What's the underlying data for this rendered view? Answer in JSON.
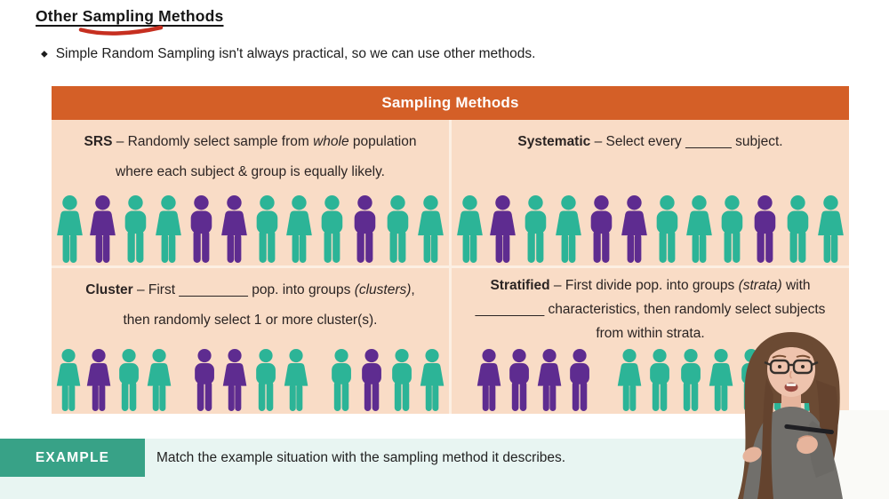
{
  "page": {
    "title": "Other Sampling Methods",
    "bullet_icon": "◆",
    "bullet": "Simple Random Sampling isn't always practical, so we can use other methods.",
    "swoosh_color": "#c62f20"
  },
  "table": {
    "header": "Sampling Methods",
    "colors": {
      "header_bg": "#d45f27",
      "body_bg": "#f9dcc6",
      "divider": "#fcefe3",
      "teal": "#2cb497",
      "purple": "#5e2c90"
    },
    "icon_legend": {
      "tm": "teal-male-person-icon",
      "tf": "teal-female-person-icon",
      "pm": "purple-male-person-icon",
      "pf": "purple-female-person-icon"
    },
    "cells": [
      {
        "id": "srs",
        "method": "SRS",
        "lines": [
          [
            {
              "t": "SRS",
              "b": true
            },
            {
              "t": " – Randomly select sample from "
            },
            {
              "t": "whole",
              "i": true
            },
            {
              "t": " population"
            }
          ],
          [
            {
              "t": "where each subject & group is equally likely."
            }
          ]
        ],
        "people": [
          [
            "tf",
            "pf",
            "tm",
            "tf",
            "pm",
            "pf",
            "tm",
            "tf",
            "tm",
            "pm",
            "tm",
            "tf"
          ]
        ]
      },
      {
        "id": "systematic",
        "method": "Systematic",
        "lines": [
          [
            {
              "t": "Systematic",
              "b": true
            },
            {
              "t": " – Select every ______ subject."
            }
          ]
        ],
        "people": [
          [
            "tf",
            "pf",
            "tm",
            "tf",
            "pm",
            "pf",
            "tm",
            "tf",
            "tm",
            "pm",
            "tm",
            "tf"
          ]
        ]
      },
      {
        "id": "cluster",
        "method": "Cluster",
        "lines": [
          [
            {
              "t": "Cluster",
              "b": true
            },
            {
              "t": " – First _________ pop. into groups "
            },
            {
              "t": "(clusters)",
              "i": true
            },
            {
              "t": ","
            }
          ],
          [
            {
              "t": "then randomly select 1 or more cluster(s)."
            }
          ]
        ],
        "people": [
          [
            "tf",
            "pf",
            "tm",
            "tf"
          ],
          [
            "pm",
            "pf",
            "tm",
            "tf"
          ],
          [
            "tm",
            "pm",
            "tm",
            "tf"
          ]
        ]
      },
      {
        "id": "stratified",
        "method": "Stratified",
        "lines": [
          [
            {
              "t": "Stratified",
              "b": true
            },
            {
              "t": " – First divide pop. into groups "
            },
            {
              "t": "(strata)",
              "i": true
            },
            {
              "t": " with"
            }
          ],
          [
            {
              "t": "_________ characteristics, then randomly select subjects"
            }
          ],
          [
            {
              "t": "from within strata."
            }
          ]
        ],
        "people": [
          [
            "pf",
            "pm",
            "pf",
            "pm"
          ],
          [
            "tf",
            "tm",
            "tm",
            "tf",
            "tm",
            "tm",
            "tm"
          ]
        ]
      }
    ]
  },
  "example": {
    "badge": "EXAMPLE",
    "text": "Match the example situation with the sampling method it describes.",
    "colors": {
      "badge_bg": "#38a287",
      "strip_bg": "#e8f5f2"
    }
  }
}
